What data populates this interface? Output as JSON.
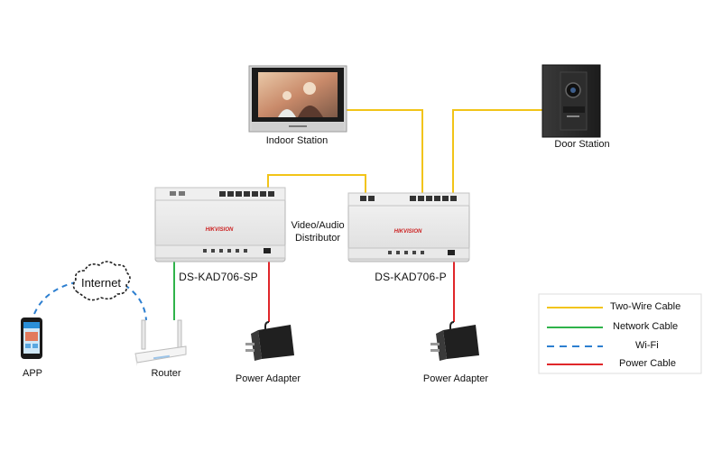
{
  "devices": {
    "indoor_station": "Indoor Station",
    "door_station": "Door Station",
    "distributor_left_model": "DS-KAD706-SP",
    "distributor_right_model": "DS-KAD706-P",
    "distributor_caption_line1": "Video/Audio",
    "distributor_caption_line2": "Distributor",
    "brand": "HIKVISION",
    "router": "Router",
    "app": "APP",
    "internet": "Internet",
    "power_adapter_left": "Power Adapter",
    "power_adapter_right": "Power Adapter"
  },
  "legend": {
    "items": [
      {
        "label": "Two-Wire Cable",
        "color": "#f2c418",
        "style": "solid"
      },
      {
        "label": "Network Cable",
        "color": "#2fb34a",
        "style": "solid"
      },
      {
        "label": "Wi-Fi",
        "color": "#2d7fd0",
        "style": "dashed"
      },
      {
        "label": "Power Cable",
        "color": "#e0262a",
        "style": "solid"
      }
    ]
  }
}
